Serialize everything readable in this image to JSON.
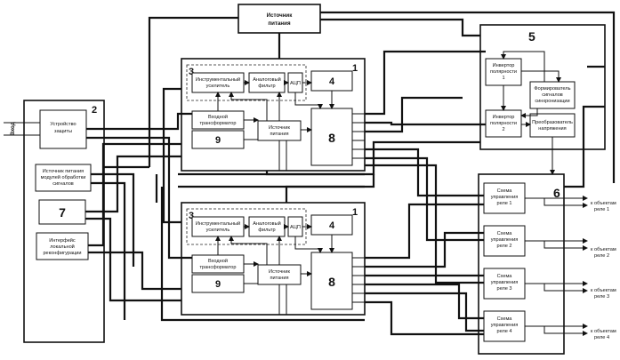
{
  "top": {
    "power_source_line1": "Источник",
    "power_source_line2": "питания"
  },
  "input_label": "Вход",
  "block2": {
    "number": "2",
    "protection_line1": "Устройство",
    "protection_line2": "защиты",
    "psu_line1": "Источник питания",
    "psu_line2": "модулей обработки",
    "psu_line3": "сигналов",
    "block7": "7",
    "iface_line1": "Интерфейс",
    "iface_line2": "локальной",
    "iface_line3": "реконфигурации"
  },
  "module_top": {
    "outer_number": "1",
    "inner_number": "3",
    "amp_line1": "Инструментальный",
    "amp_line2": "усилитель",
    "filter_line1": "Аналоговый",
    "filter_line2": "фильтр",
    "adc": "АЦП",
    "block4": "4",
    "transformer_line1": "Входной",
    "transformer_line2": "трансформатор",
    "block9": "9",
    "power_line1": "Источник",
    "power_line2": "питания",
    "block8": "8"
  },
  "module_bottom": {
    "outer_number": "1",
    "inner_number": "3",
    "amp_line1": "Инструментальный",
    "amp_line2": "усилитель",
    "filter_line1": "Аналоговый",
    "filter_line2": "фильтр",
    "adc": "АЦП",
    "block4": "4",
    "transformer_line1": "Входной",
    "transformer_line2": "трансформатор",
    "block9": "9",
    "power_line1": "Источник",
    "power_line2": "питания",
    "block8": "8"
  },
  "block5": {
    "number": "5",
    "inv1_line1": "Инвертор",
    "inv1_line2": "полярности",
    "inv1_line3": "1",
    "inv2_line1": "Инвертор",
    "inv2_line2": "полярности",
    "inv2_line3": "2",
    "sync_line1": "Формирователь",
    "sync_line2": "сигналов",
    "sync_line3": "синхронизации",
    "conv_line1": "Преобразователь",
    "conv_line2": "напряжения"
  },
  "block6": {
    "number": "6",
    "relays": [
      {
        "line1": "Схема",
        "line2": "управления",
        "line3": "реле 1",
        "out1": "к объектам",
        "out2": "реле 1"
      },
      {
        "line1": "Схема",
        "line2": "управления",
        "line3": "реле 2",
        "out1": "к объектам",
        "out2": "реле 2"
      },
      {
        "line1": "Схема",
        "line2": "управления",
        "line3": "реле 3",
        "out1": "к объектам",
        "out2": "реле 3"
      },
      {
        "line1": "Схема",
        "line2": "управления",
        "line3": "реле 4",
        "out1": "к объектам",
        "out2": "реле 4"
      }
    ]
  }
}
